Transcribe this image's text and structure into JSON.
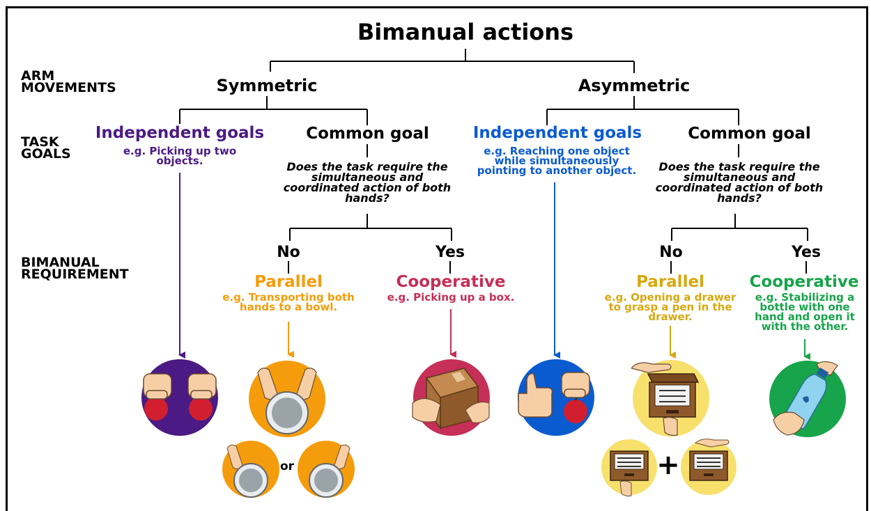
{
  "title": "Bimanual actions",
  "side_labels": {
    "arm_movements": [
      "ARM",
      "MOVEMENTS"
    ],
    "task_goals": [
      "TASK",
      "GOALS"
    ],
    "bimanual_requirement": [
      "BIMANUAL",
      "REQUIREMENT"
    ]
  },
  "branches": {
    "symmetric": {
      "label": "Symmetric",
      "independent": {
        "label": "Independent goals",
        "example": [
          "e.g. Picking up two",
          "objects."
        ]
      },
      "common": {
        "label": "Common goal",
        "question": [
          "Does the task require the",
          "simultaneous and",
          "coordinated action of both",
          "hands?"
        ],
        "no": {
          "answer": "No",
          "label": "Parallel",
          "example": [
            "e.g. Transporting both",
            "hands  to a bowl."
          ]
        },
        "yes": {
          "answer": "Yes",
          "label": "Cooperative",
          "example": [
            "e.g. Picking up a box."
          ]
        }
      }
    },
    "asymmetric": {
      "label": "Asymmetric",
      "independent": {
        "label": "Independent goals",
        "example": [
          "e.g. Reaching one object",
          "while simultaneously",
          "pointing to another object."
        ]
      },
      "common": {
        "label": "Common goal",
        "question": [
          "Does the task require the",
          "simultaneous and",
          "coordinated action of both",
          "hands?"
        ],
        "no": {
          "answer": "No",
          "label": "Parallel",
          "example": [
            "e.g. Opening a drawer",
            "to grasp a pen in the",
            "drawer."
          ]
        },
        "yes": {
          "answer": "Yes",
          "label": "Cooperative",
          "example": [
            "e.g. Stabilizing a",
            "bottle with one",
            "hand and open it",
            "with the other."
          ]
        }
      }
    }
  },
  "icon_text": {
    "or": "or",
    "plus": "+"
  },
  "colors": {
    "purple": "#4b1a84",
    "orange": "#f59c0c",
    "crimson": "#c62f57",
    "blue": "#0b5bd0",
    "gold": "#d8a80f",
    "yellow": "#f7e06c",
    "green": "#17a44a"
  }
}
